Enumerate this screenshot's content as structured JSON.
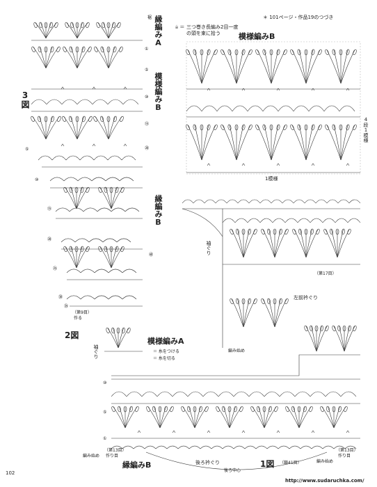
{
  "header_note": "＊ 101ページ・作品19のつづき",
  "legend_top": {
    "symbol": "⩭ ＝",
    "line1": "三つ巻き長編み2目一度",
    "line2": "の頭を束に拾う"
  },
  "labels": {
    "fuchi_a_top": "縁編みA",
    "fuchi_a_top_side": "裾",
    "moyou_b_left": "模様編みB",
    "moyou_b_right_title": "模様編みB",
    "fig3": "3図",
    "fig2": "2図",
    "fig1": "1図",
    "repeat_4dan": "4段1模様",
    "repeat_1moyou": "1模様",
    "fuchi_b_mid": "縁編みB",
    "sodegури_mid": "袖ぐり",
    "dan17": "（第17目）",
    "hidarimae_eri": "左前衿ぐり",
    "amihajime_mid": "編み始め",
    "dan9": "（第9目）",
    "dan9_sub": "作る",
    "sodeguri_left": "袖ぐり",
    "moyou_a": "模様編みA",
    "legend_a1": "＝ 糸をつける",
    "legend_a2": "＝ 糸を切る",
    "dan13_left": "（第13目）",
    "dan13_left_sub": "作り目",
    "amihajime_left": "編み始め",
    "fuchi_b_bottom": "縁編みB",
    "ushiroeri": "後ろ衿ぐり",
    "back_center": "後ろ中心",
    "kusari41": "（鎖41目）",
    "dan13_right": "（第13目）",
    "dan13_right_sub": "作り目",
    "amihajime_right": "編み始め",
    "page_number": "102",
    "watermark": "http://www.sudaruchka.com/"
  },
  "row_numbers_right_top": [
    "①",
    "⑤",
    "⑩",
    "⑮",
    "⑳"
  ],
  "row_numbers_left_strip": [
    "⑤",
    "⑩",
    "⑮",
    "⑳",
    "㉕",
    "㉚",
    "㉟",
    "㊵"
  ],
  "row_numbers_bottom": [
    "①",
    "⑤",
    "⑩"
  ]
}
